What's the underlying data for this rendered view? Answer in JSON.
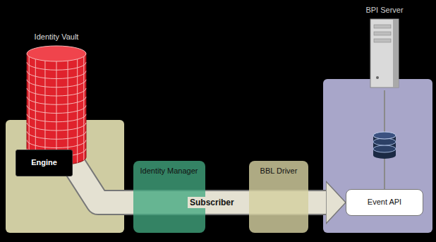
{
  "diagram": {
    "nodes": [
      {
        "text": [
          "Identity Vault"
        ]
      },
      {
        "text": [
          "Engine"
        ]
      },
      {
        "text": [
          "Identity Manager"
        ]
      },
      {
        "text": [
          "BBL Driver"
        ]
      },
      {
        "text": [
          "BPI Server"
        ]
      },
      {
        "text": [
          "Event API"
        ]
      }
    ],
    "edges": [
      {
        "from": 1,
        "to": 5,
        "label": "Subscriber",
        "arrow": "to"
      },
      {
        "from": 4,
        "to": 5,
        "arrow": "none"
      }
    ]
  }
}
